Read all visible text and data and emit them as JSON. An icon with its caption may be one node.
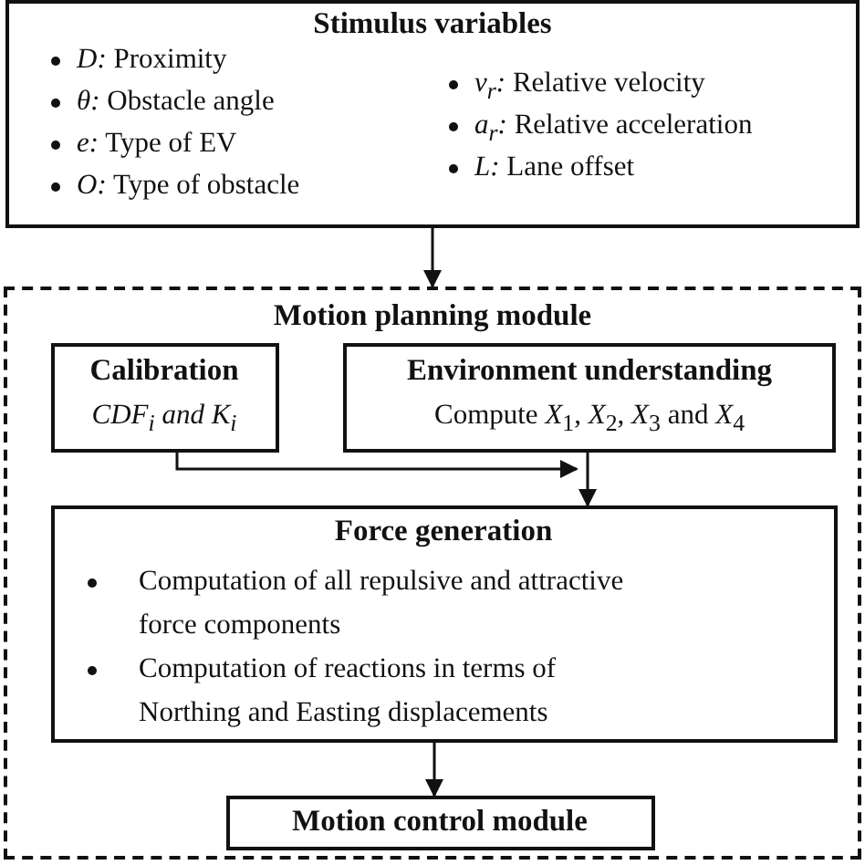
{
  "diagram": {
    "nodes": [
      {
        "text": [
          "Stimulus variables",
          "*D:* Proximity",
          "*θ:* Obstacle angle",
          "*e:* Type of EV",
          "*O:* Type of obstacle",
          "*v$_{r}$:* Relative velocity",
          "*a$_{r}$:* Relative acceleration",
          "*L:* Lane offset"
        ]
      },
      {
        "text": [
          "Motion planning module"
        ]
      },
      {
        "text": [
          "Calibration",
          "CDF$_{i}$ and K$_{i}$"
        ],
        "in": 1
      },
      {
        "text": [
          "Environment understanding",
          "Compute *X*$_{1}$, *X*$_{2}$, *X*$_{3}$ and *X*$_{4}$"
        ],
        "in": 1
      },
      {
        "text": [
          "Force generation",
          "Computation of all repulsive and attractive force components",
          "Computation of reactions in terms of Northing and Easting displacements"
        ],
        "in": 1
      },
      {
        "text": [
          "Motion control module"
        ],
        "in": 1
      }
    ],
    "edges": [
      {
        "from": 0,
        "to": 1,
        "arrow": "to"
      },
      {
        "from": 2,
        "to": 4,
        "arrow": "to"
      },
      {
        "from": 3,
        "to": 4,
        "arrow": "to"
      },
      {
        "from": 4,
        "to": 5,
        "arrow": "to"
      }
    ]
  }
}
